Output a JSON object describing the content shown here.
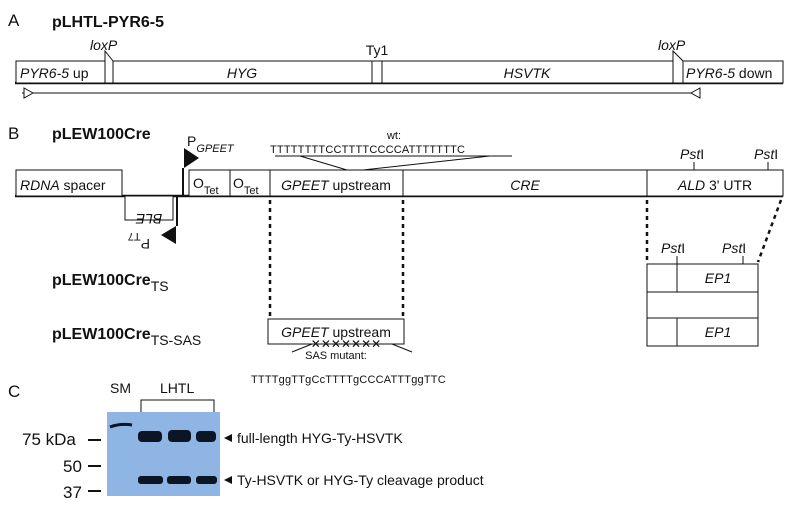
{
  "panels": {
    "a": "A",
    "b": "B",
    "c": "C"
  },
  "construct_a": {
    "title": "pLHTL-PYR6-5",
    "loxp_left": "loxP",
    "loxp_right": "loxP",
    "ty1": "Ty1",
    "pyr_up_gene": "PYR6-5",
    "pyr_up_suffix": " up",
    "hyg": "HYG",
    "hsvtk": "HSVTK",
    "pyr_down_gene": "PYR6-5",
    "pyr_down_suffix": " down"
  },
  "construct_b": {
    "title": "pLEW100Cre",
    "p_gpeet_main": "P",
    "p_gpeet_sub": "GPEET",
    "p_t7_main": "P",
    "p_t7_sub": "T7",
    "wt_label": "wt:",
    "wt_seq": "TTTTTTTTCCTTTTCCCCATTTTTTTC",
    "rdna_gene": "RDNA",
    "rdna_suffix": " spacer",
    "ble": "BLE",
    "otet": "O",
    "otet_sub": "Tet",
    "gpeet_gene": "GPEET",
    "gpeet_suffix": " upstream",
    "cre": "CRE",
    "ald_gene": "ALD",
    "ald_suffix": " 3' UTR",
    "pst_main": "Pst",
    "pst_suffix": "I"
  },
  "variants": {
    "ts_main": "pLEW100Cre",
    "ts_sub": "TS",
    "tssas_main": "pLEW100Cre",
    "tssas_sub": "TS-SAS",
    "ep1": "EP1",
    "sas_label": "SAS mutant:",
    "sas_seq": "TTTTggTTgCcTTTTgCCCATTTggTTC"
  },
  "blot": {
    "lane_sm": "SM",
    "lane_lhtl": "LHTL",
    "mw_75": "75 kDa",
    "mw_50": "50",
    "mw_37": "37",
    "band_full": "full-length HYG-Ty-HSVTK",
    "band_cleave": "Ty-HSVTK or HYG-Ty cleavage product",
    "membrane_color": "#8fb5e4",
    "band_color": "#0b1524"
  }
}
